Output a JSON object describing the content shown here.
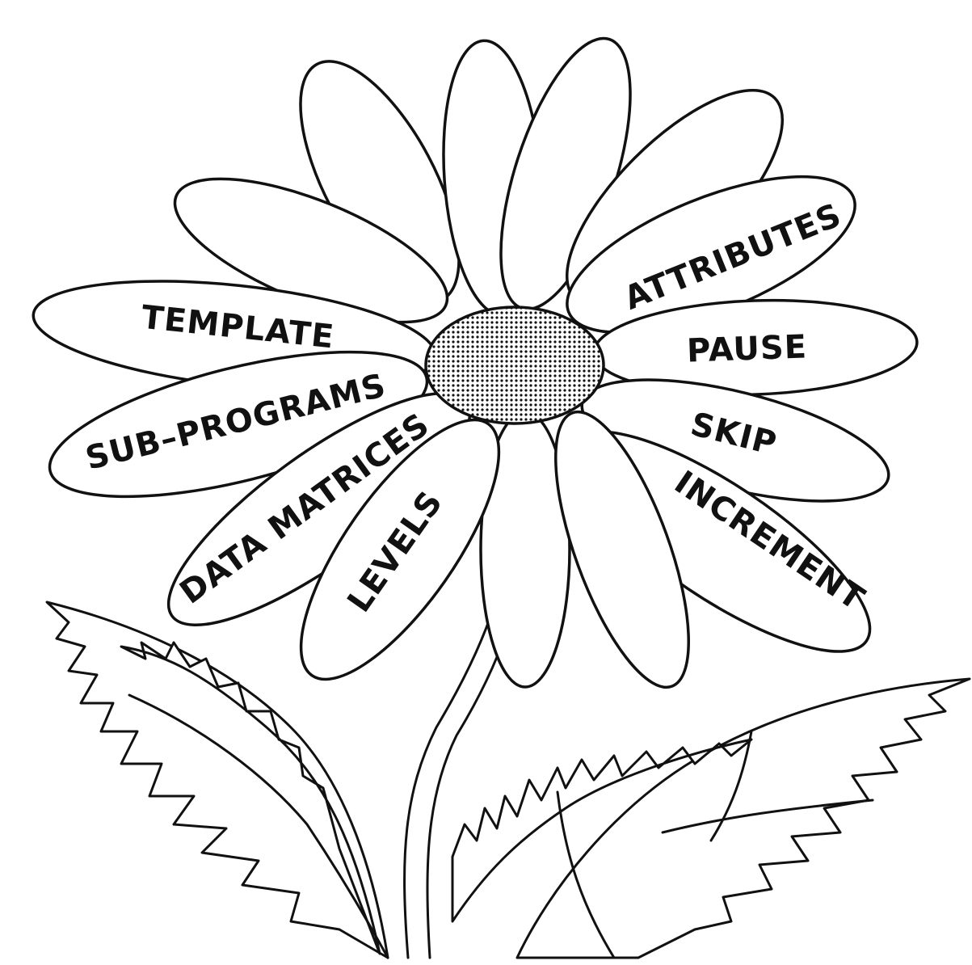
{
  "labels": {
    "attributes": "ATTRIBUTES",
    "pause": "PAUSE",
    "skip": "SKIP",
    "increment": "INCREMENT",
    "template": "TEMPLATE",
    "sub_programs": "SUB–PROGRAMS",
    "data_matrices": "DATA MATRICES",
    "levels": "LEVELS"
  },
  "colors": {
    "ink": "#111111",
    "background": "#ffffff"
  }
}
